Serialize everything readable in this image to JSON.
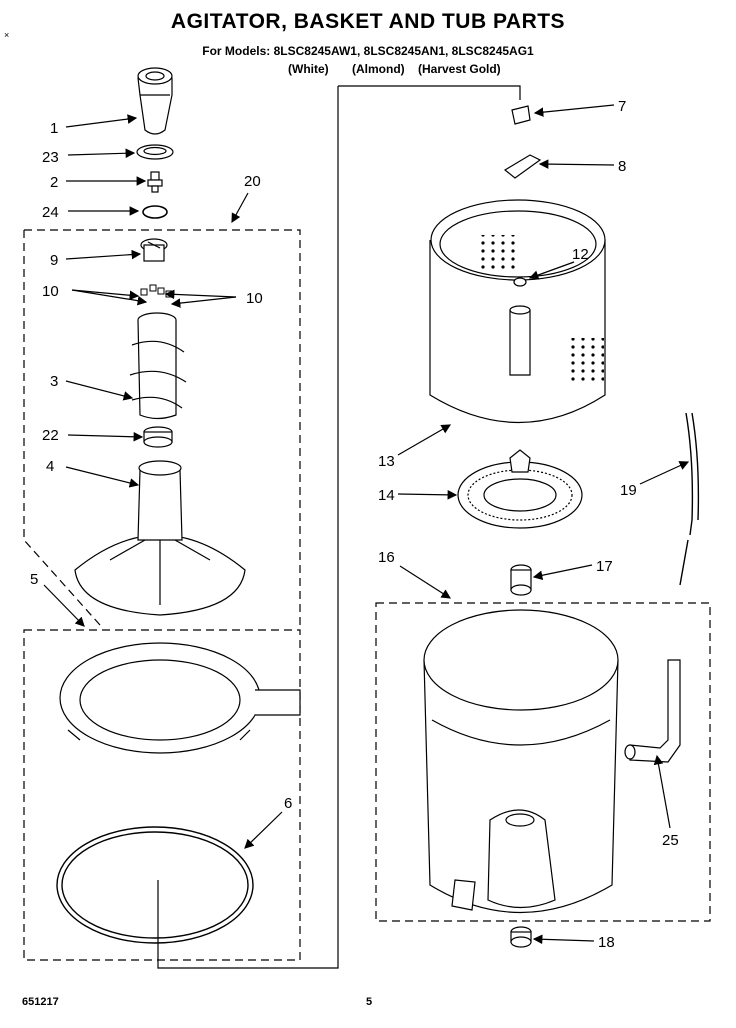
{
  "header": {
    "title": "AGITATOR, BASKET AND TUB PARTS",
    "models": "For Models: 8LSC8245AW1, 8LSC8245AN1, 8LSC8245AG1",
    "variants": [
      "(White)",
      "(Almond)",
      "(Harvest Gold)"
    ]
  },
  "parts": [
    {
      "id": "1",
      "label": "1"
    },
    {
      "id": "23",
      "label": "23"
    },
    {
      "id": "2",
      "label": "2"
    },
    {
      "id": "24",
      "label": "24"
    },
    {
      "id": "20",
      "label": "20"
    },
    {
      "id": "9",
      "label": "9"
    },
    {
      "id": "10a",
      "label": "10"
    },
    {
      "id": "10b",
      "label": "10"
    },
    {
      "id": "3",
      "label": "3"
    },
    {
      "id": "22",
      "label": "22"
    },
    {
      "id": "4",
      "label": "4"
    },
    {
      "id": "5",
      "label": "5"
    },
    {
      "id": "6",
      "label": "6"
    },
    {
      "id": "7",
      "label": "7"
    },
    {
      "id": "8",
      "label": "8"
    },
    {
      "id": "12",
      "label": "12"
    },
    {
      "id": "13",
      "label": "13"
    },
    {
      "id": "14",
      "label": "14"
    },
    {
      "id": "19",
      "label": "19"
    },
    {
      "id": "16",
      "label": "16"
    },
    {
      "id": "17",
      "label": "17"
    },
    {
      "id": "25",
      "label": "25"
    },
    {
      "id": "18",
      "label": "18"
    }
  ],
  "footer": {
    "code": "651217",
    "page": "5"
  }
}
